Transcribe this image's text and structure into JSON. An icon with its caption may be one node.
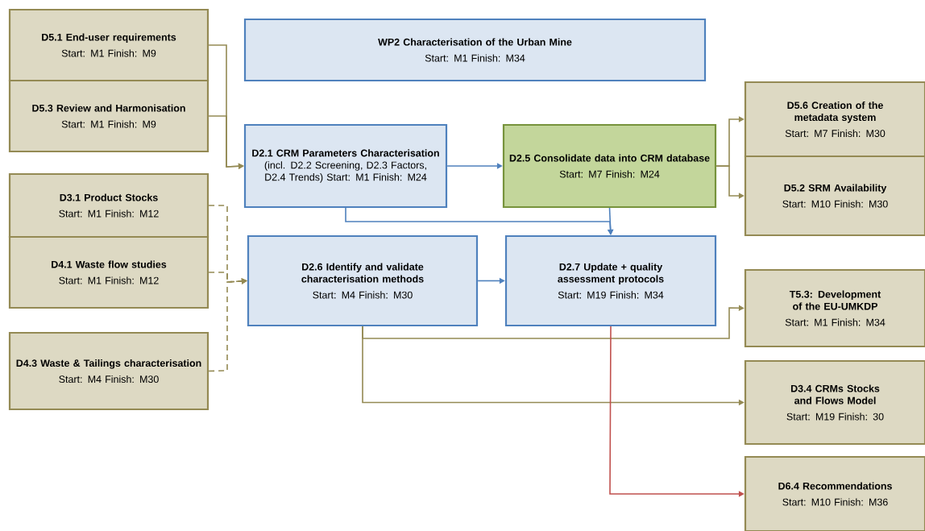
{
  "diagram": {
    "nodes": [
      {
        "text": [
          "D5.1 End-user requirements",
          "Start: M1 Finish: M9"
        ]
      },
      {
        "text": [
          "D5.3 Review and Harmonisation",
          "Start: M1 Finish: M9"
        ]
      },
      {
        "text": [
          "D3.1 Product Stocks",
          "Start: M1 Finish: M12"
        ]
      },
      {
        "text": [
          "D4.1 Waste flow studies",
          "Start: M1 Finish: M12"
        ]
      },
      {
        "text": [
          "D4.3 Waste & Tailings characterisation",
          "Start: M4 Finish: M30"
        ]
      },
      {
        "text": [
          "WP2 Characterisation of the Urban Mine",
          "Start: M1  Finish: M34"
        ]
      },
      {
        "text": [
          "**D2.1 CRM Parameters Characterisation** (incl. D2.2 Screening, D2.3 Factors, D2.4 Trends) Start: M1 Finish: M24"
        ]
      },
      {
        "text": [
          "D2.5 Consolidate data into CRM database",
          "Start: M7 Finish: M24"
        ]
      },
      {
        "text": [
          "D2.6 Identify and validate characterisation methods",
          "Start: M4 Finish: M30"
        ]
      },
      {
        "text": [
          "D2.7 Update + quality assessment protocols",
          "Start: M19 Finish: M34"
        ]
      },
      {
        "text": [
          "D5.6 Creation of the metadata system",
          "Start: M7 Finish: M30"
        ]
      },
      {
        "text": [
          "D5.2 SRM Availability",
          "Start: M10 Finish: M30"
        ]
      },
      {
        "text": [
          "T5.3: Development of the EU-UMKDP",
          "Start: M1 Finish: M34"
        ]
      },
      {
        "text": [
          "D3.4 CRMs Stocks and Flows Model",
          "Start: M19 Finish: 30"
        ]
      },
      {
        "text": [
          "D6.4 Recommendations",
          "Start: M10 Finish: M36"
        ]
      }
    ],
    "edges": [
      {
        "from": 0,
        "to": 6,
        "arrow": "to"
      },
      {
        "from": 1,
        "to": 6,
        "arrow": "to"
      },
      {
        "from": 2,
        "to": 8,
        "arrow": "to",
        "style": "dashed"
      },
      {
        "from": 3,
        "to": 8,
        "arrow": "to",
        "style": "dashed"
      },
      {
        "from": 4,
        "to": 8,
        "arrow": "to",
        "style": "dashed"
      },
      {
        "from": 6,
        "to": 7,
        "arrow": "to",
        "color": "#4f81bd"
      },
      {
        "from": 6,
        "to": 9,
        "arrow": "to",
        "color": "#4f81bd"
      },
      {
        "from": 7,
        "to": 9,
        "arrow": "to",
        "color": "#4f81bd"
      },
      {
        "from": 8,
        "to": 9,
        "arrow": "to",
        "color": "#4f81bd"
      },
      {
        "from": 7,
        "to": 10,
        "arrow": "to"
      },
      {
        "from": 7,
        "to": 11,
        "arrow": "to"
      },
      {
        "from": 8,
        "to": 12,
        "arrow": "to"
      },
      {
        "from": 8,
        "to": 13,
        "arrow": "to"
      },
      {
        "from": 9,
        "to": 14,
        "arrow": "to",
        "color": "#c0504d"
      }
    ]
  }
}
